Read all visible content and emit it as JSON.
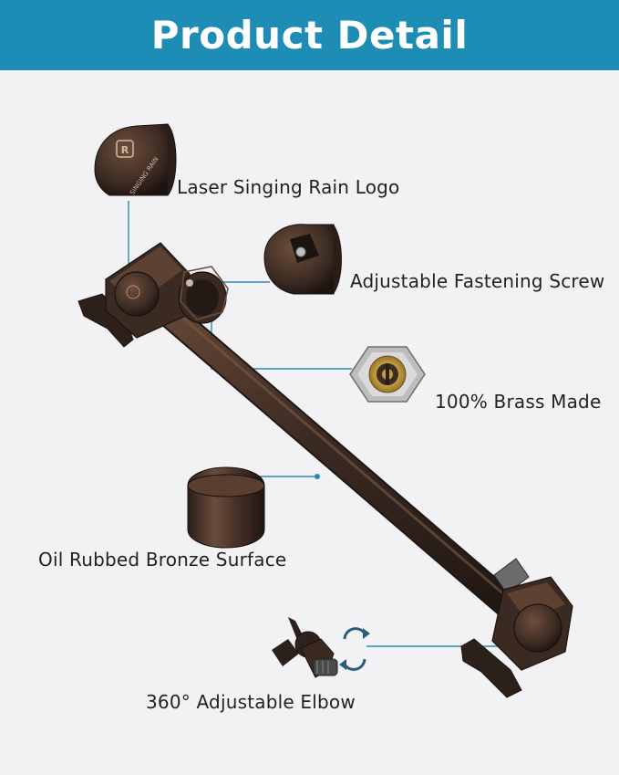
{
  "header": {
    "title": "Product Detail"
  },
  "logo_text": "SINGING RAIN",
  "callouts": {
    "logo": "Laser Singing Rain Logo",
    "screw": "Adjustable Fastening Screw",
    "brass": "100% Brass Made",
    "surface": "Oil Rubbed Bronze Surface",
    "elbow": "360° Adjustable Elbow"
  },
  "colors": {
    "header": "#1e8db5",
    "background": "#f2f2f4",
    "bronze_dark": "#2e211b",
    "bronze_mid": "#5a3f30",
    "brass": "#c8a84e",
    "leader_line": "#2a8bb0",
    "rotate_arrow": "#2b5d7a"
  }
}
